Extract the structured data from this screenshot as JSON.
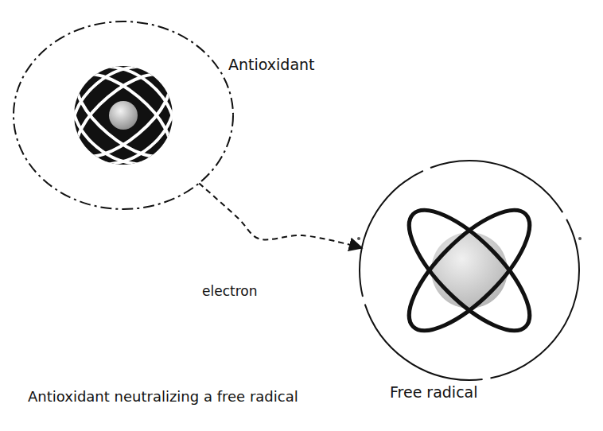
{
  "diagram": {
    "caption": "Antioxidant neutralizing a free radical",
    "nodes": [
      {
        "text": [
          "Antioxidant"
        ]
      },
      {
        "text": [
          "Free radical"
        ]
      }
    ],
    "edges": [
      {
        "from": 0,
        "to": 1,
        "arrow": "to",
        "label": "electron"
      }
    ]
  }
}
